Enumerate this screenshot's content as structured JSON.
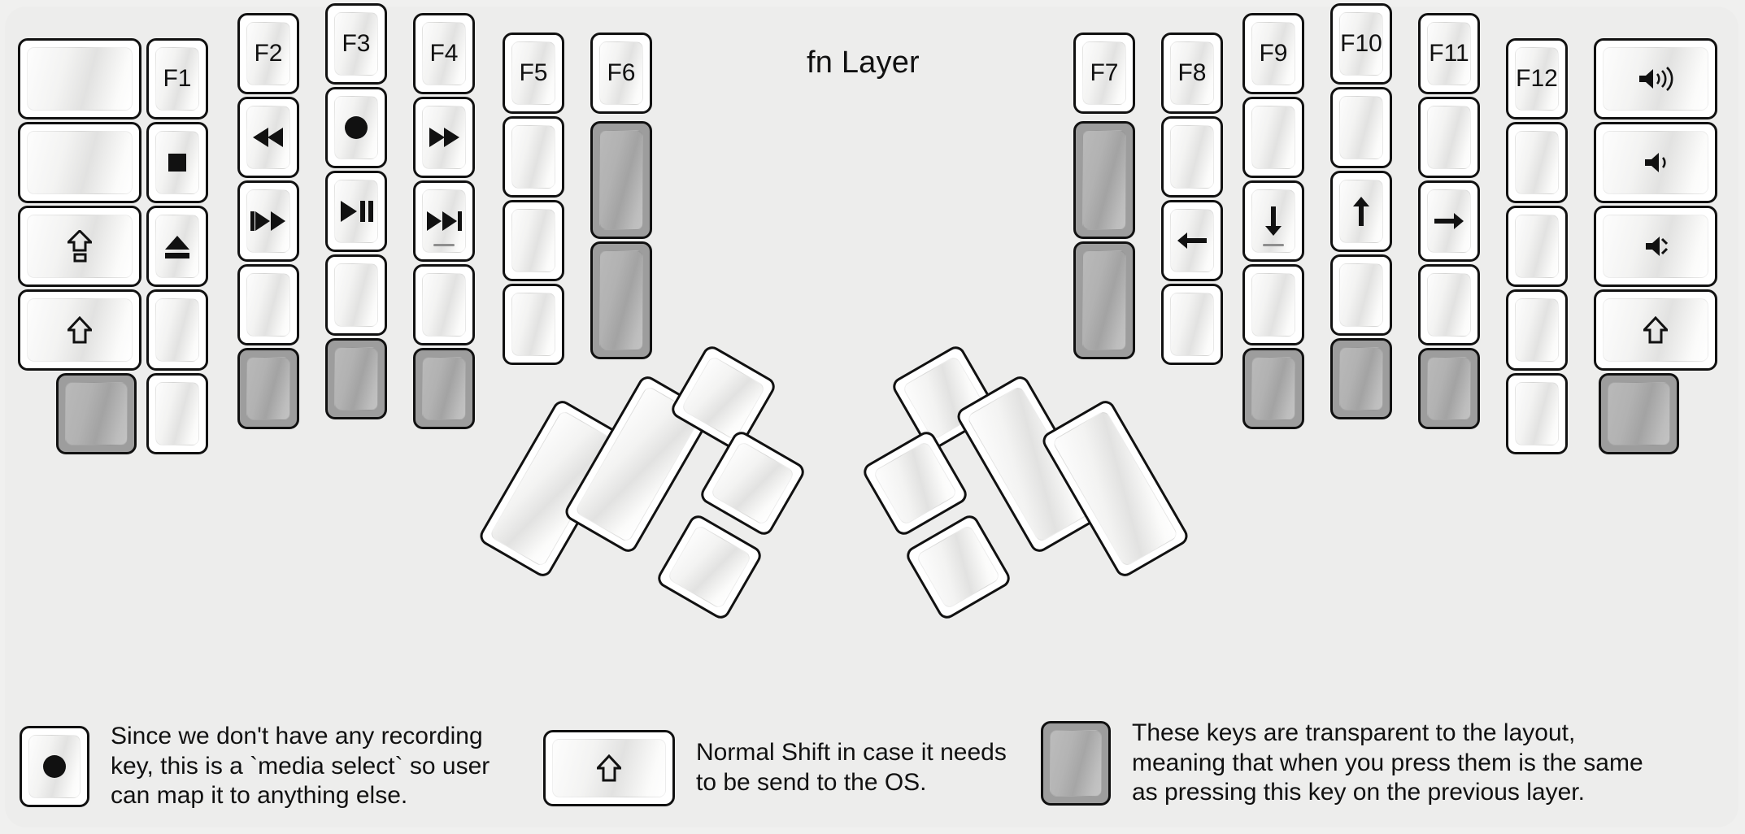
{
  "title": "fn Layer",
  "colors": {
    "background": "#f0f0ef",
    "card": "#ededec",
    "key_face": "#ffffff",
    "key_border": "#111111",
    "transparent_key": "#9d9d9d",
    "text": "#111111"
  },
  "left_half": {
    "columns": [
      {
        "name": "col-outer-left",
        "keys": [
          {
            "label": "",
            "glyph": "blank",
            "state": "normal"
          },
          {
            "label": "",
            "glyph": "blank",
            "state": "normal"
          },
          {
            "label": "",
            "glyph": "caps-lock",
            "state": "normal"
          },
          {
            "label": "",
            "glyph": "shift",
            "state": "normal"
          },
          {
            "label": "",
            "glyph": "blank",
            "state": "transparent"
          }
        ]
      },
      {
        "name": "col-f1",
        "keys": [
          {
            "label": "F1",
            "glyph": "text",
            "state": "normal"
          },
          {
            "label": "",
            "glyph": "media-stop",
            "state": "normal"
          },
          {
            "label": "",
            "glyph": "media-eject",
            "state": "normal"
          },
          {
            "label": "",
            "glyph": "blank",
            "state": "normal"
          },
          {
            "label": "",
            "glyph": "blank",
            "state": "normal"
          }
        ]
      },
      {
        "name": "col-f2",
        "keys": [
          {
            "label": "F2",
            "glyph": "text",
            "state": "normal"
          },
          {
            "label": "",
            "glyph": "media-rewind",
            "state": "normal"
          },
          {
            "label": "",
            "glyph": "media-prev",
            "state": "normal"
          },
          {
            "label": "",
            "glyph": "blank",
            "state": "normal"
          },
          {
            "label": "",
            "glyph": "blank",
            "state": "transparent"
          }
        ]
      },
      {
        "name": "col-f3",
        "keys": [
          {
            "label": "F3",
            "glyph": "text",
            "state": "normal"
          },
          {
            "label": "",
            "glyph": "media-record",
            "state": "normal"
          },
          {
            "label": "",
            "glyph": "media-playpause",
            "state": "normal"
          },
          {
            "label": "",
            "glyph": "blank",
            "state": "normal"
          },
          {
            "label": "",
            "glyph": "blank",
            "state": "transparent"
          }
        ]
      },
      {
        "name": "col-f4",
        "keys": [
          {
            "label": "F4",
            "glyph": "text",
            "state": "normal"
          },
          {
            "label": "",
            "glyph": "media-fastforward",
            "state": "normal"
          },
          {
            "label": "",
            "glyph": "media-next",
            "state": "normal",
            "homing": true
          },
          {
            "label": "",
            "glyph": "blank",
            "state": "normal"
          },
          {
            "label": "",
            "glyph": "blank",
            "state": "transparent"
          }
        ]
      },
      {
        "name": "col-f5",
        "keys": [
          {
            "label": "F5",
            "glyph": "text",
            "state": "normal"
          },
          {
            "label": "",
            "glyph": "blank",
            "state": "normal"
          },
          {
            "label": "",
            "glyph": "blank",
            "state": "normal"
          },
          {
            "label": "",
            "glyph": "blank",
            "state": "normal"
          }
        ]
      },
      {
        "name": "col-f6",
        "keys": [
          {
            "label": "F6",
            "glyph": "text",
            "state": "normal"
          },
          {
            "label": "",
            "glyph": "blank",
            "state": "transparent"
          },
          {
            "label": "",
            "glyph": "blank",
            "state": "transparent"
          }
        ]
      }
    ],
    "thumb_cluster": [
      {
        "name": "thumb-2u-outer",
        "glyph": "blank",
        "state": "normal"
      },
      {
        "name": "thumb-2u-inner",
        "glyph": "blank",
        "state": "normal"
      },
      {
        "name": "thumb-top",
        "glyph": "blank",
        "state": "normal"
      },
      {
        "name": "thumb-mid",
        "glyph": "blank",
        "state": "normal"
      },
      {
        "name": "thumb-bottom",
        "glyph": "blank",
        "state": "normal"
      }
    ]
  },
  "right_half": {
    "columns": [
      {
        "name": "col-f7",
        "keys": [
          {
            "label": "F7",
            "glyph": "text",
            "state": "normal"
          },
          {
            "label": "",
            "glyph": "blank",
            "state": "transparent"
          },
          {
            "label": "",
            "glyph": "blank",
            "state": "transparent"
          }
        ]
      },
      {
        "name": "col-f8",
        "keys": [
          {
            "label": "F8",
            "glyph": "text",
            "state": "normal"
          },
          {
            "label": "",
            "glyph": "blank",
            "state": "normal"
          },
          {
            "label": "",
            "glyph": "arrow-left",
            "state": "normal"
          },
          {
            "label": "",
            "glyph": "blank",
            "state": "normal"
          }
        ]
      },
      {
        "name": "col-f9",
        "keys": [
          {
            "label": "F9",
            "glyph": "text",
            "state": "normal"
          },
          {
            "label": "",
            "glyph": "blank",
            "state": "normal"
          },
          {
            "label": "",
            "glyph": "arrow-down",
            "state": "normal",
            "homing": true
          },
          {
            "label": "",
            "glyph": "blank",
            "state": "normal"
          },
          {
            "label": "",
            "glyph": "blank",
            "state": "transparent"
          }
        ]
      },
      {
        "name": "col-f10",
        "keys": [
          {
            "label": "F10",
            "glyph": "text",
            "state": "normal"
          },
          {
            "label": "",
            "glyph": "blank",
            "state": "normal"
          },
          {
            "label": "",
            "glyph": "arrow-up",
            "state": "normal"
          },
          {
            "label": "",
            "glyph": "blank",
            "state": "normal"
          },
          {
            "label": "",
            "glyph": "blank",
            "state": "transparent"
          }
        ]
      },
      {
        "name": "col-f11",
        "keys": [
          {
            "label": "F11",
            "glyph": "text",
            "state": "normal"
          },
          {
            "label": "",
            "glyph": "blank",
            "state": "normal"
          },
          {
            "label": "",
            "glyph": "arrow-right",
            "state": "normal"
          },
          {
            "label": "",
            "glyph": "blank",
            "state": "normal"
          },
          {
            "label": "",
            "glyph": "blank",
            "state": "transparent"
          }
        ]
      },
      {
        "name": "col-f12",
        "keys": [
          {
            "label": "F12",
            "glyph": "text",
            "state": "normal"
          },
          {
            "label": "",
            "glyph": "blank",
            "state": "normal"
          },
          {
            "label": "",
            "glyph": "blank",
            "state": "normal"
          },
          {
            "label": "",
            "glyph": "blank",
            "state": "normal"
          },
          {
            "label": "",
            "glyph": "blank",
            "state": "normal"
          }
        ]
      },
      {
        "name": "col-outer-right",
        "keys": [
          {
            "label": "",
            "glyph": "volume-up",
            "state": "normal"
          },
          {
            "label": "",
            "glyph": "volume-down",
            "state": "normal"
          },
          {
            "label": "",
            "glyph": "volume-mute",
            "state": "normal"
          },
          {
            "label": "",
            "glyph": "shift",
            "state": "normal"
          },
          {
            "label": "",
            "glyph": "blank",
            "state": "transparent"
          }
        ]
      }
    ],
    "thumb_cluster": [
      {
        "name": "thumb-top",
        "glyph": "blank",
        "state": "normal"
      },
      {
        "name": "thumb-mid",
        "glyph": "blank",
        "state": "normal"
      },
      {
        "name": "thumb-bottom",
        "glyph": "blank",
        "state": "normal"
      },
      {
        "name": "thumb-2u-inner",
        "glyph": "blank",
        "state": "normal"
      },
      {
        "name": "thumb-2u-outer",
        "glyph": "blank",
        "state": "normal"
      }
    ]
  },
  "legend": [
    {
      "key_glyph": "media-record",
      "key_state": "normal",
      "text": "Since we don't have any recording\nkey, this is a `media select` so user\ncan map it to anything else."
    },
    {
      "key_glyph": "shift",
      "key_state": "normal",
      "text": "Normal Shift in case it needs\nto be send to the OS."
    },
    {
      "key_glyph": "blank",
      "key_state": "transparent",
      "text": "These keys are transparent to the layout,\nmeaning that when you press them is the same\nas pressing this key on the previous layer."
    }
  ]
}
